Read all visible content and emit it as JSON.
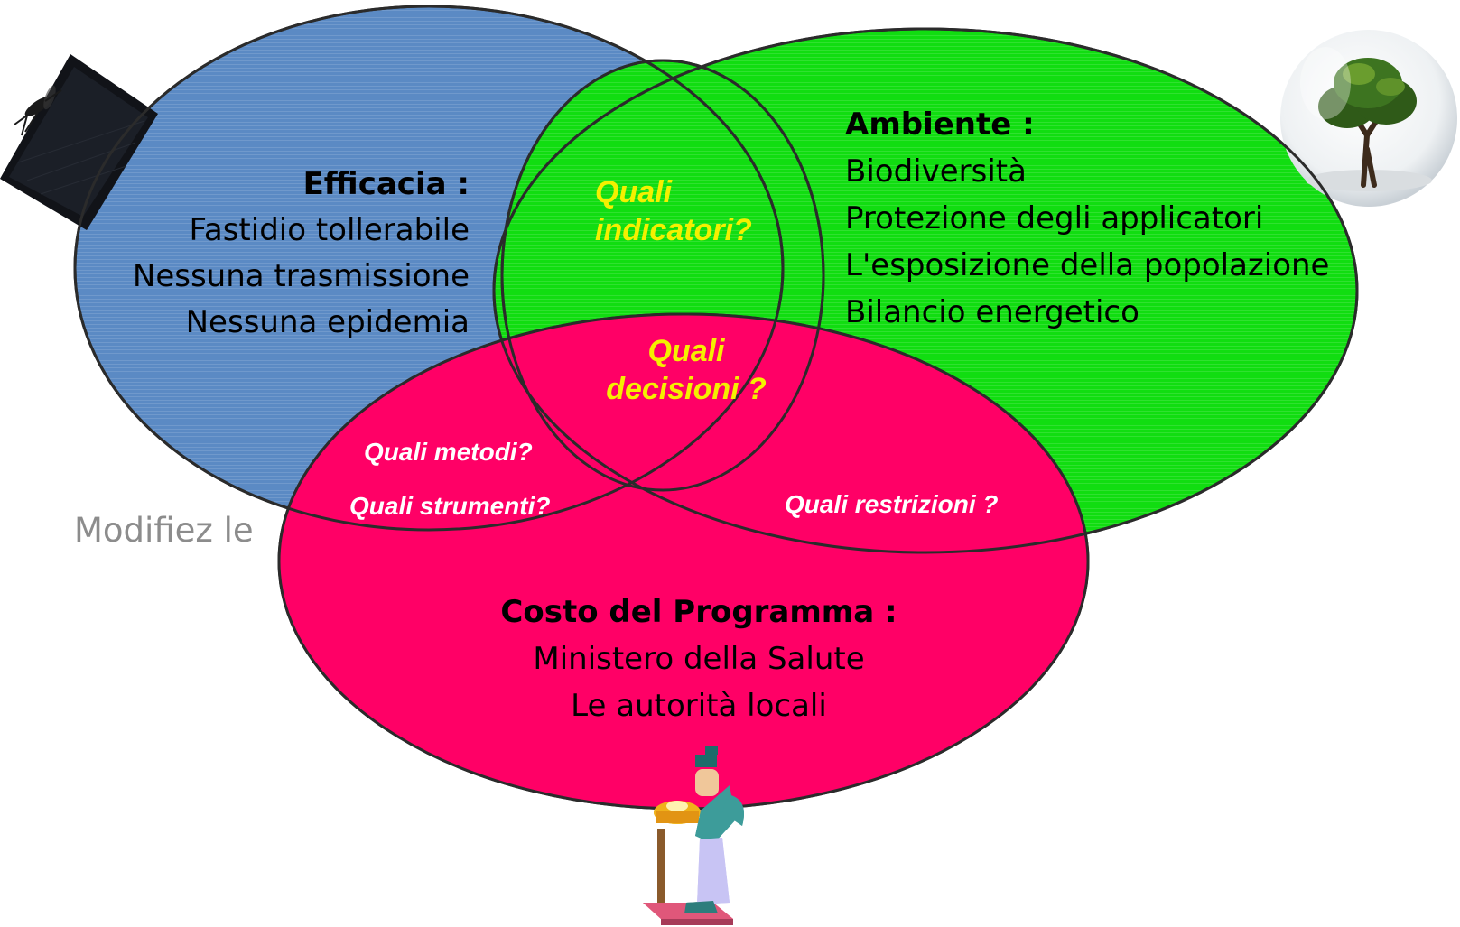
{
  "colors": {
    "efficacia_fill": "#5b8ac4",
    "ambiente_fill": "#11dd11",
    "costo_fill": "#ff0066",
    "outline": "#2b2b2b",
    "question_yellow": "#f4f000",
    "question_white": "#ffffff"
  },
  "background_text": "Modifiez le",
  "efficacia": {
    "title": "Efficacia :",
    "items": [
      "Fastidio tollerabile",
      "Nessuna trasmissione",
      "Nessuna epidemia"
    ]
  },
  "ambiente": {
    "title": "Ambiente :",
    "items": [
      "Biodiversità",
      "Protezione degli applicatori",
      "L'esposizione della popolazione",
      "Bilancio energetico"
    ]
  },
  "costo": {
    "title": "Costo del Programma :",
    "items": [
      "Ministero della Salute",
      "Le autorità locali"
    ]
  },
  "questions": {
    "indicatori": [
      "Quali",
      "indicatori?"
    ],
    "decisioni": [
      "Quali",
      "decisioni ?"
    ],
    "metodi": "Quali metodi?",
    "strumenti": "Quali strumenti?",
    "restrizioni": "Quali restrizioni ?"
  },
  "icons": {
    "top_left": "mosquito-net-icon",
    "top_right": "tree-globe-icon",
    "bottom": "man-on-scale-icon"
  }
}
